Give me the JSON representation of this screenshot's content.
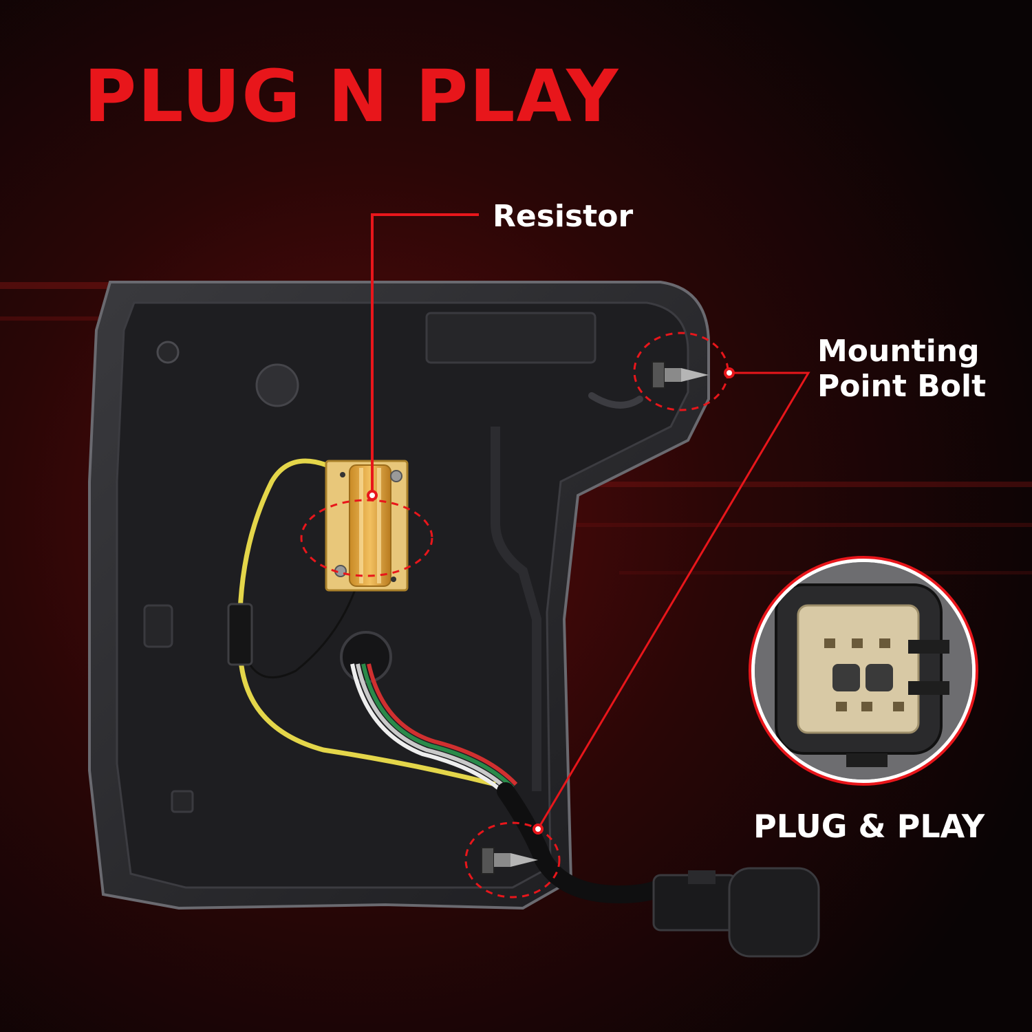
{
  "headline": "PLUG N PLAY",
  "callouts": {
    "resistor": "Resistor",
    "bolt_line1": "Mounting",
    "bolt_line2": "Point Bolt",
    "plug": "PLUG & PLAY"
  },
  "colors": {
    "accent": "#e8161b",
    "background": "#0b0506",
    "housing": "#2a2a2d",
    "resistor": "#e0a83a",
    "wire_yellow": "#e4d64a",
    "label": "#ffffff"
  },
  "icons": [
    "tail-light-housing",
    "resistor",
    "wire-harness",
    "connector-plug",
    "mounting-bolt"
  ]
}
